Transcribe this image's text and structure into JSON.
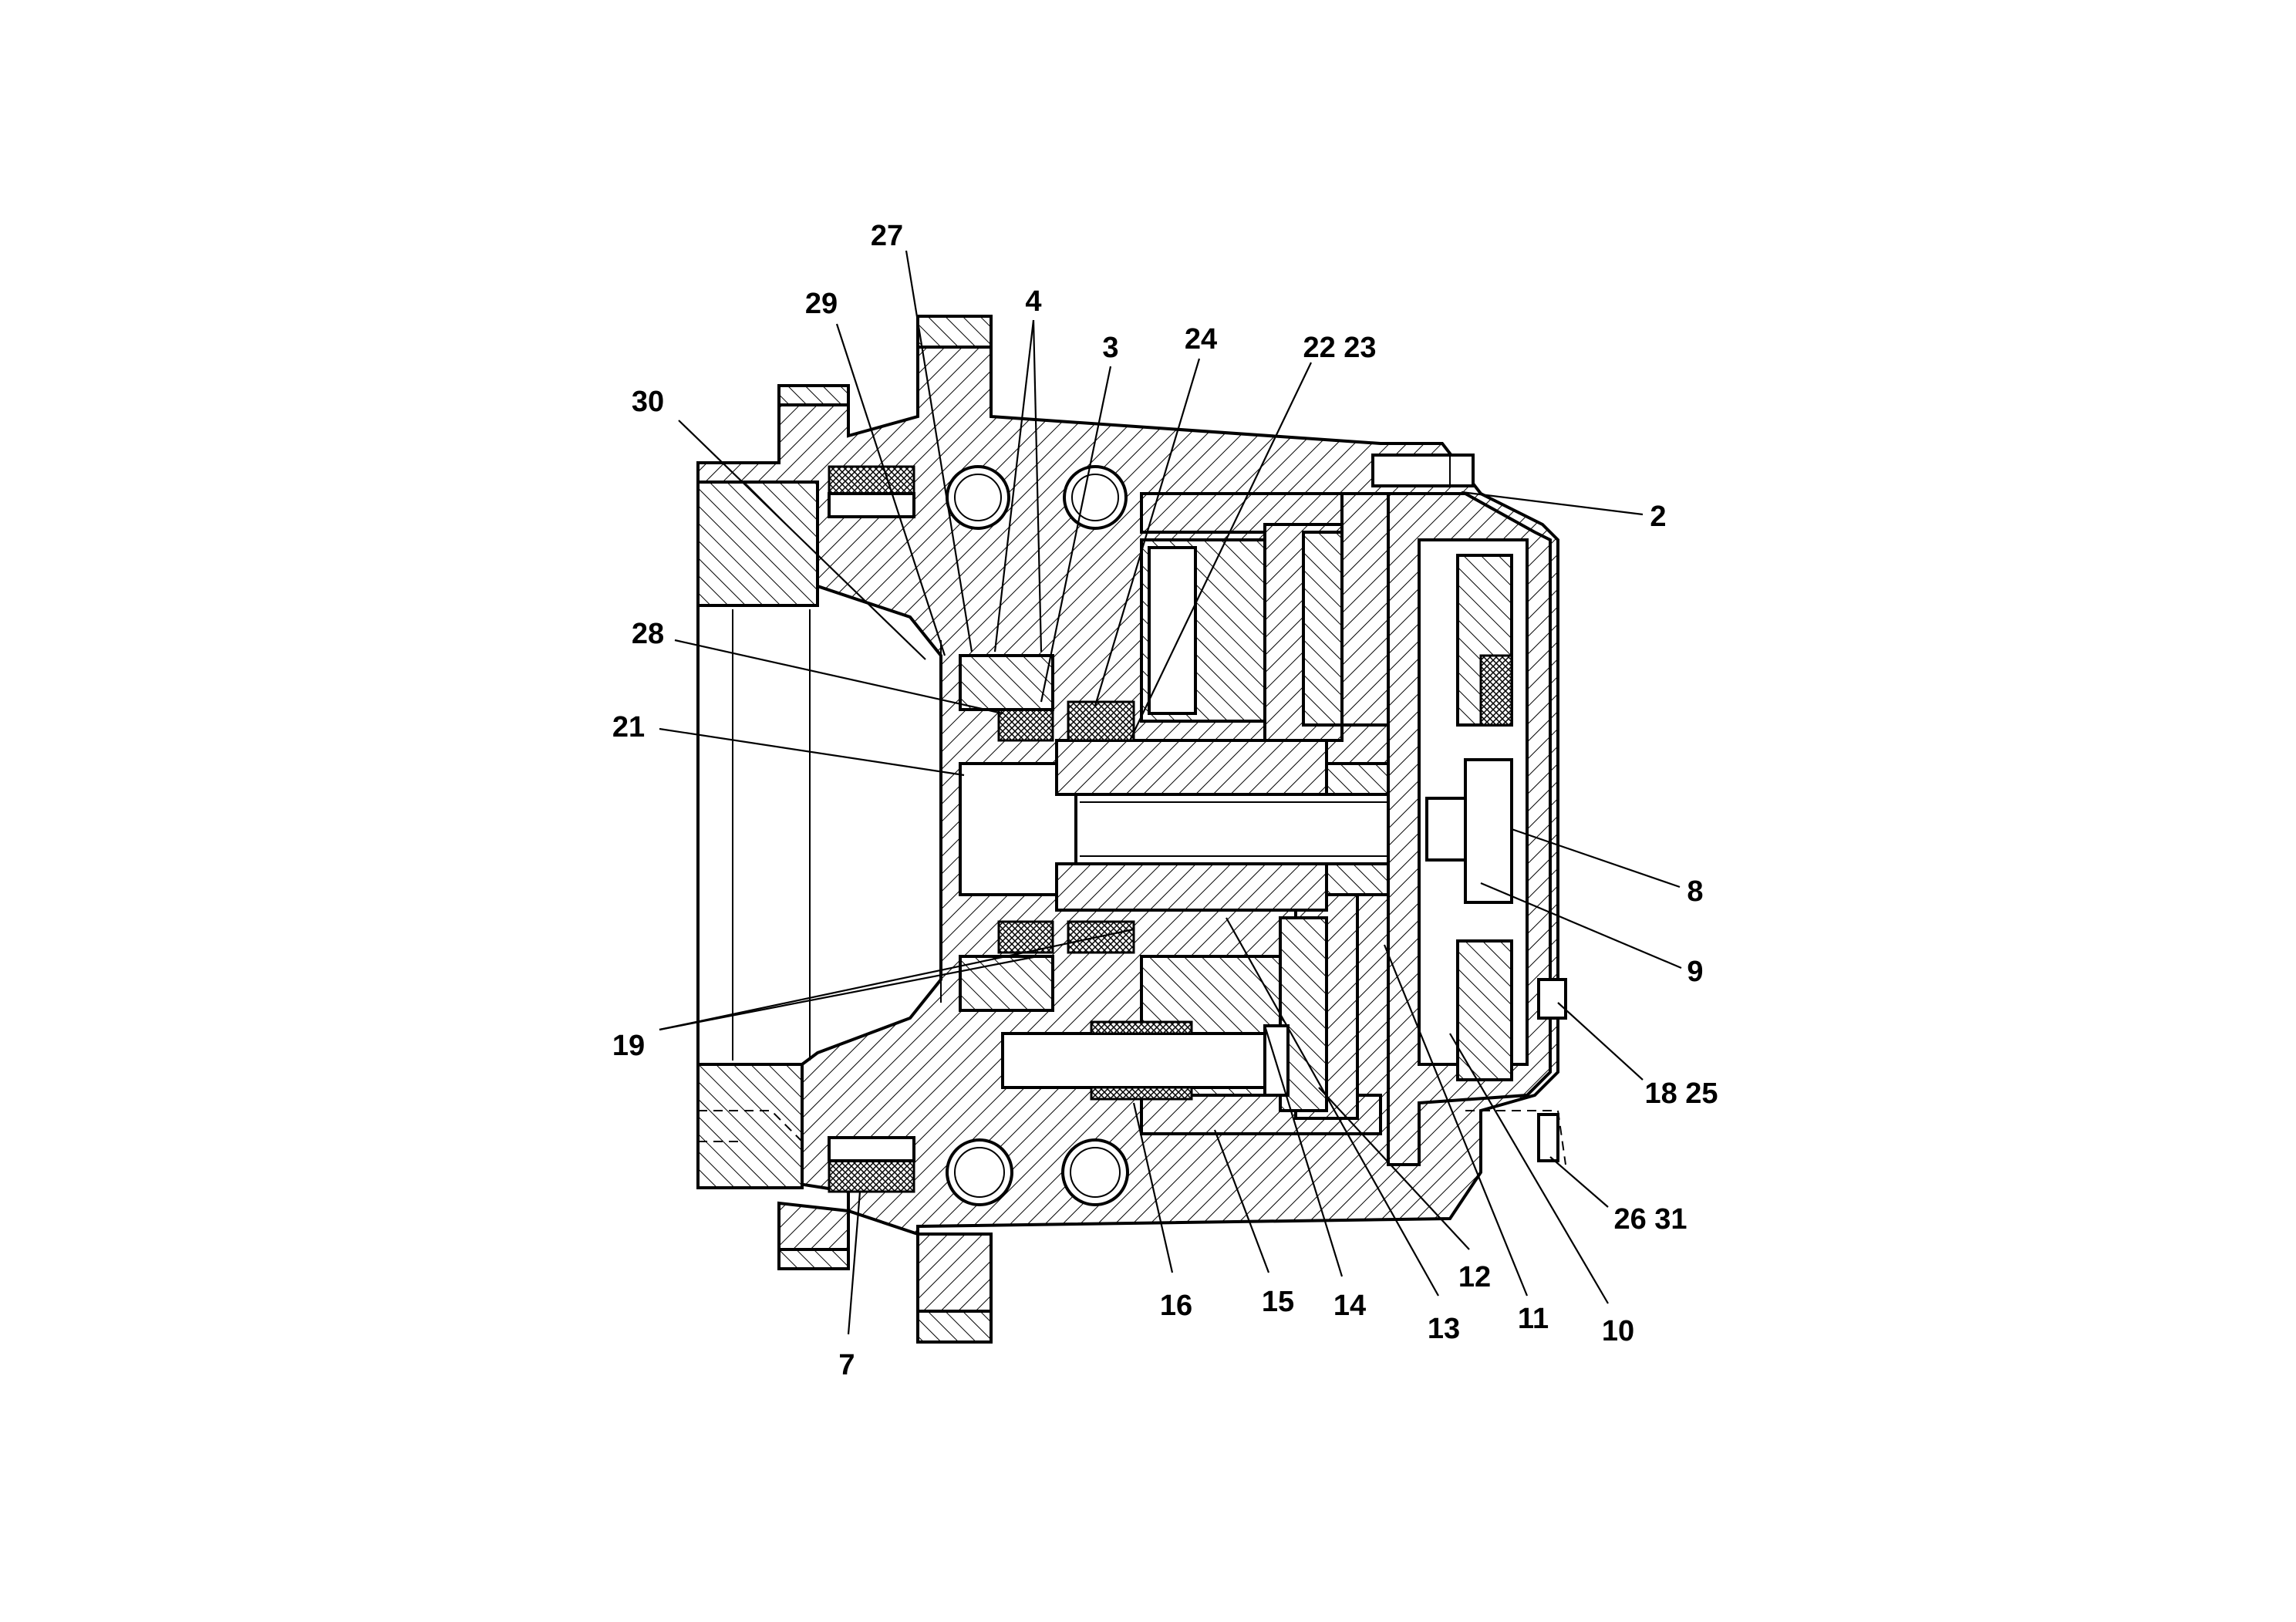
{
  "diagram": {
    "callouts": [
      {
        "id": "c27",
        "label": "27"
      },
      {
        "id": "c29",
        "label": "29"
      },
      {
        "id": "c4",
        "label": "4"
      },
      {
        "id": "c3",
        "label": "3"
      },
      {
        "id": "c24",
        "label": "24"
      },
      {
        "id": "c2223",
        "label": "22 23"
      },
      {
        "id": "c30",
        "label": "30"
      },
      {
        "id": "c2",
        "label": "2"
      },
      {
        "id": "c28",
        "label": "28"
      },
      {
        "id": "c21",
        "label": "21"
      },
      {
        "id": "c8",
        "label": "8"
      },
      {
        "id": "c9",
        "label": "9"
      },
      {
        "id": "c19",
        "label": "19"
      },
      {
        "id": "c1825",
        "label": "18 25"
      },
      {
        "id": "c2631",
        "label": "26 31"
      },
      {
        "id": "c7",
        "label": "7"
      },
      {
        "id": "c16",
        "label": "16"
      },
      {
        "id": "c15",
        "label": "15"
      },
      {
        "id": "c14",
        "label": "14"
      },
      {
        "id": "c13",
        "label": "13"
      },
      {
        "id": "c12",
        "label": "12"
      },
      {
        "id": "c11",
        "label": "11"
      },
      {
        "id": "c10",
        "label": "10"
      }
    ]
  }
}
